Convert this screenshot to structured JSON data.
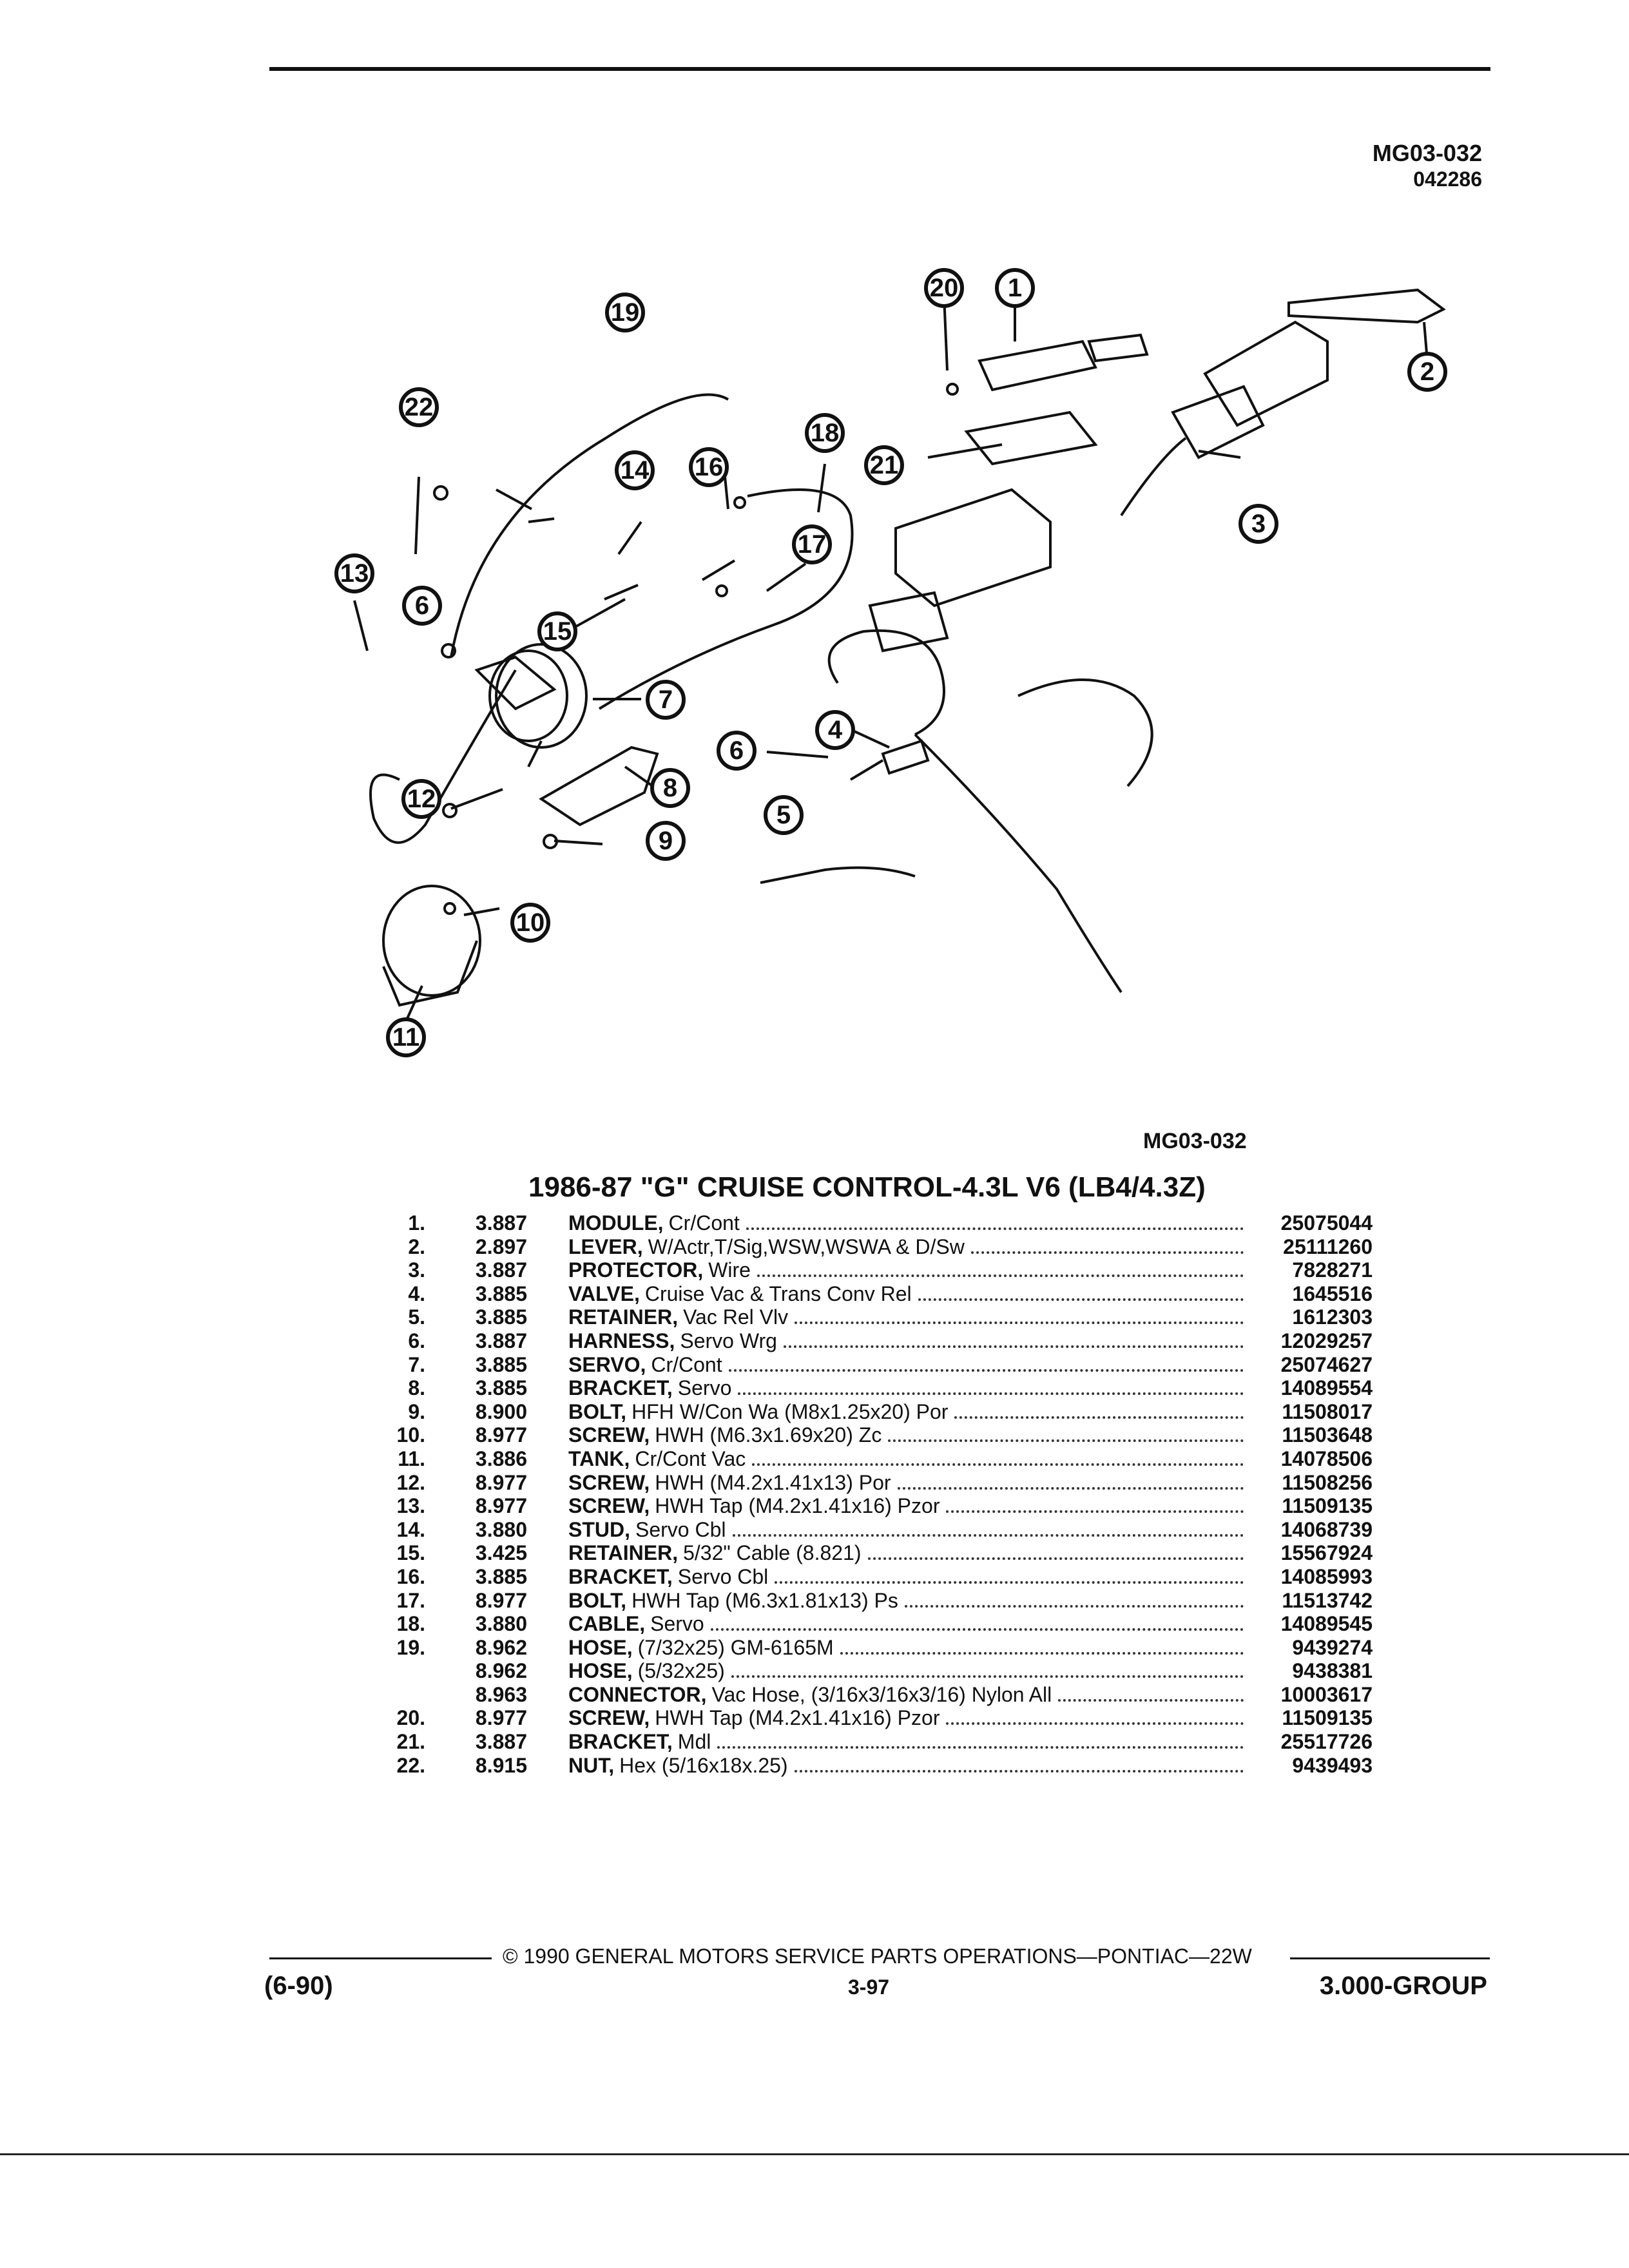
{
  "header": {
    "figure_id": "MG03-032",
    "figure_date": "042286"
  },
  "diagram": {
    "callouts": [
      "1",
      "2",
      "3",
      "4",
      "5",
      "6",
      "6",
      "7",
      "8",
      "9",
      "10",
      "11",
      "12",
      "13",
      "14",
      "15",
      "16",
      "17",
      "18",
      "19",
      "20",
      "21",
      "22"
    ]
  },
  "figure_caption": "MG03-032",
  "parts_list": {
    "title": "1986-87 \"G\" CRUISE CONTROL-4.3L V6 (LB4/4.3Z)",
    "rows": [
      {
        "num": "1.",
        "group": "3.887",
        "name": "MODULE,",
        "detail": "Cr/Cont",
        "part": "25075044"
      },
      {
        "num": "2.",
        "group": "2.897",
        "name": "LEVER,",
        "detail": "W/Actr,T/Sig,WSW,WSWA & D/Sw",
        "part": "25111260"
      },
      {
        "num": "3.",
        "group": "3.887",
        "name": "PROTECTOR,",
        "detail": "Wire",
        "part": "7828271"
      },
      {
        "num": "4.",
        "group": "3.885",
        "name": "VALVE,",
        "detail": "Cruise Vac & Trans Conv Rel",
        "part": "1645516"
      },
      {
        "num": "5.",
        "group": "3.885",
        "name": "RETAINER,",
        "detail": "Vac Rel Vlv",
        "part": "1612303"
      },
      {
        "num": "6.",
        "group": "3.887",
        "name": "HARNESS,",
        "detail": "Servo Wrg",
        "part": "12029257"
      },
      {
        "num": "7.",
        "group": "3.885",
        "name": "SERVO,",
        "detail": "Cr/Cont",
        "part": "25074627"
      },
      {
        "num": "8.",
        "group": "3.885",
        "name": "BRACKET,",
        "detail": "Servo",
        "part": "14089554"
      },
      {
        "num": "9.",
        "group": "8.900",
        "name": "BOLT,",
        "detail": "HFH W/Con Wa (M8x1.25x20) Por",
        "part": "11508017"
      },
      {
        "num": "10.",
        "group": "8.977",
        "name": "SCREW,",
        "detail": "HWH (M6.3x1.69x20) Zc",
        "part": "11503648"
      },
      {
        "num": "11.",
        "group": "3.886",
        "name": "TANK,",
        "detail": "Cr/Cont Vac",
        "part": "14078506"
      },
      {
        "num": "12.",
        "group": "8.977",
        "name": "SCREW,",
        "detail": "HWH (M4.2x1.41x13) Por",
        "part": "11508256"
      },
      {
        "num": "13.",
        "group": "8.977",
        "name": "SCREW,",
        "detail": "HWH Tap (M4.2x1.41x16) Pzor",
        "part": "11509135"
      },
      {
        "num": "14.",
        "group": "3.880",
        "name": "STUD,",
        "detail": "Servo Cbl",
        "part": "14068739"
      },
      {
        "num": "15.",
        "group": "3.425",
        "name": "RETAINER,",
        "detail": "5/32\" Cable (8.821)",
        "part": "15567924"
      },
      {
        "num": "16.",
        "group": "3.885",
        "name": "BRACKET,",
        "detail": "Servo Cbl",
        "part": "14085993"
      },
      {
        "num": "17.",
        "group": "8.977",
        "name": "BOLT,",
        "detail": "HWH Tap (M6.3x1.81x13) Ps",
        "part": "11513742"
      },
      {
        "num": "18.",
        "group": "3.880",
        "name": "CABLE,",
        "detail": "Servo",
        "part": "14089545"
      },
      {
        "num": "19.",
        "group": "8.962",
        "name": "HOSE,",
        "detail": "(7/32x25) GM-6165M",
        "part": "9439274"
      },
      {
        "num": "",
        "group": "8.962",
        "name": "HOSE,",
        "detail": "(5/32x25)",
        "part": "9438381"
      },
      {
        "num": "",
        "group": "8.963",
        "name": "CONNECTOR,",
        "detail": "Vac Hose, (3/16x3/16x3/16) Nylon All",
        "part": "10003617"
      },
      {
        "num": "20.",
        "group": "8.977",
        "name": "SCREW,",
        "detail": "HWH Tap (M4.2x1.41x16) Pzor",
        "part": "11509135"
      },
      {
        "num": "21.",
        "group": "3.887",
        "name": "BRACKET,",
        "detail": "Mdl",
        "part": "25517726"
      },
      {
        "num": "22.",
        "group": "8.915",
        "name": "NUT,",
        "detail": "Hex (5/16x18x.25)",
        "part": "9439493"
      }
    ]
  },
  "footer": {
    "copyright": "© 1990 GENERAL MOTORS SERVICE PARTS OPERATIONS—PONTIAC—22W",
    "left": "(6-90)",
    "page": "3-97",
    "right": "3.000-GROUP"
  }
}
